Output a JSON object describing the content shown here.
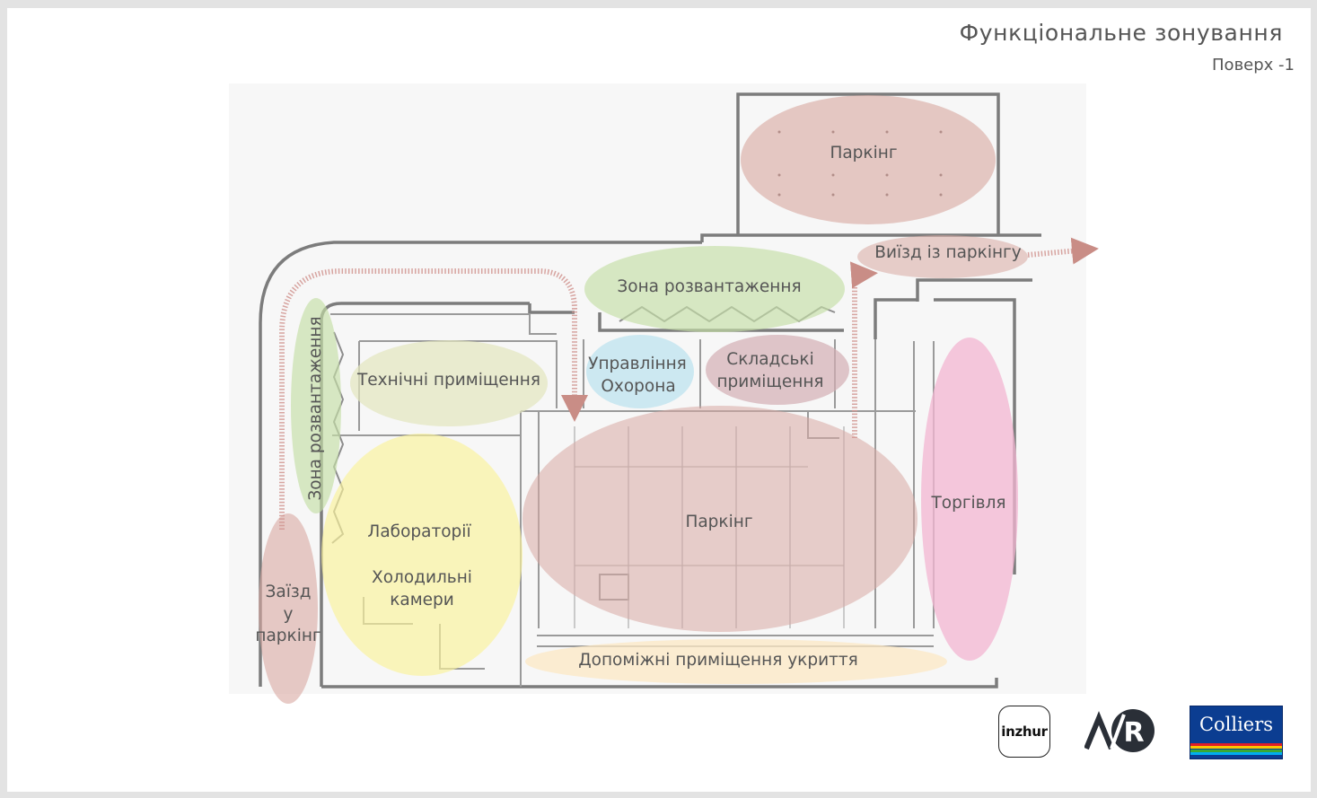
{
  "header": {
    "title": "Функціональне зонування",
    "subtitle": "Поверх -1"
  },
  "zones": {
    "parking_top": {
      "label": "Паркінг",
      "color": "#d9a9a2"
    },
    "parking_exit": {
      "label": "Виїзд із паркінгу",
      "color": "#d9a9a2"
    },
    "loading_top": {
      "label": "Зона розвантаження",
      "color": "#c5dea6"
    },
    "loading_side": {
      "label": "Зона розвантаження",
      "color": "#c5dea6"
    },
    "technical": {
      "label": "Технічні приміщення",
      "color": "#e2e6bd"
    },
    "management": {
      "label_line1": "Управління",
      "label_line2": "Охорона",
      "color": "#bde3ef"
    },
    "storage": {
      "label_line1": "Складські",
      "label_line2": "приміщення",
      "color": "#d3aeb4"
    },
    "parking_main": {
      "label": "Паркінг",
      "color": "#d9aaa4"
    },
    "retail": {
      "label": "Торгівля",
      "color": "#f3b6d2"
    },
    "labs": {
      "label": "Лабораторії",
      "label2_line1": "Холодильні",
      "label2_line2": "камери",
      "color": "#fbf39a"
    },
    "entry": {
      "label_line1": "Заїзд",
      "label_line2": "у",
      "label_line3": "паркінг",
      "color": "#d9a9a2"
    },
    "shelter": {
      "label": "Допоміжні приміщення укриття",
      "color": "#fce8c4"
    }
  },
  "logos": {
    "inzhur": "inzhur",
    "ar": "A/R",
    "colliers": "Colliers",
    "colliers_blue": "#0b3d91",
    "colliers_stripes": [
      "#e21e26",
      "#fbc600",
      "#3aaa35",
      "#00aeef"
    ]
  }
}
